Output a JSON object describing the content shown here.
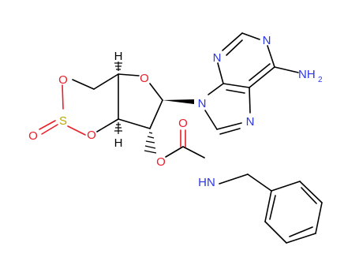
{
  "atoms": {
    "oxygen": "O",
    "sulfur": "S",
    "nitrogen": "N",
    "hydrogen": "H",
    "amine_group": "NH",
    "amine_subscript": "2",
    "carbamate_nh": "HN"
  },
  "colors": {
    "carbon_bond": "#000000",
    "oxygen": "#e8202a",
    "nitrogen": "#2b36e6",
    "sulfur": "#b8a800"
  }
}
